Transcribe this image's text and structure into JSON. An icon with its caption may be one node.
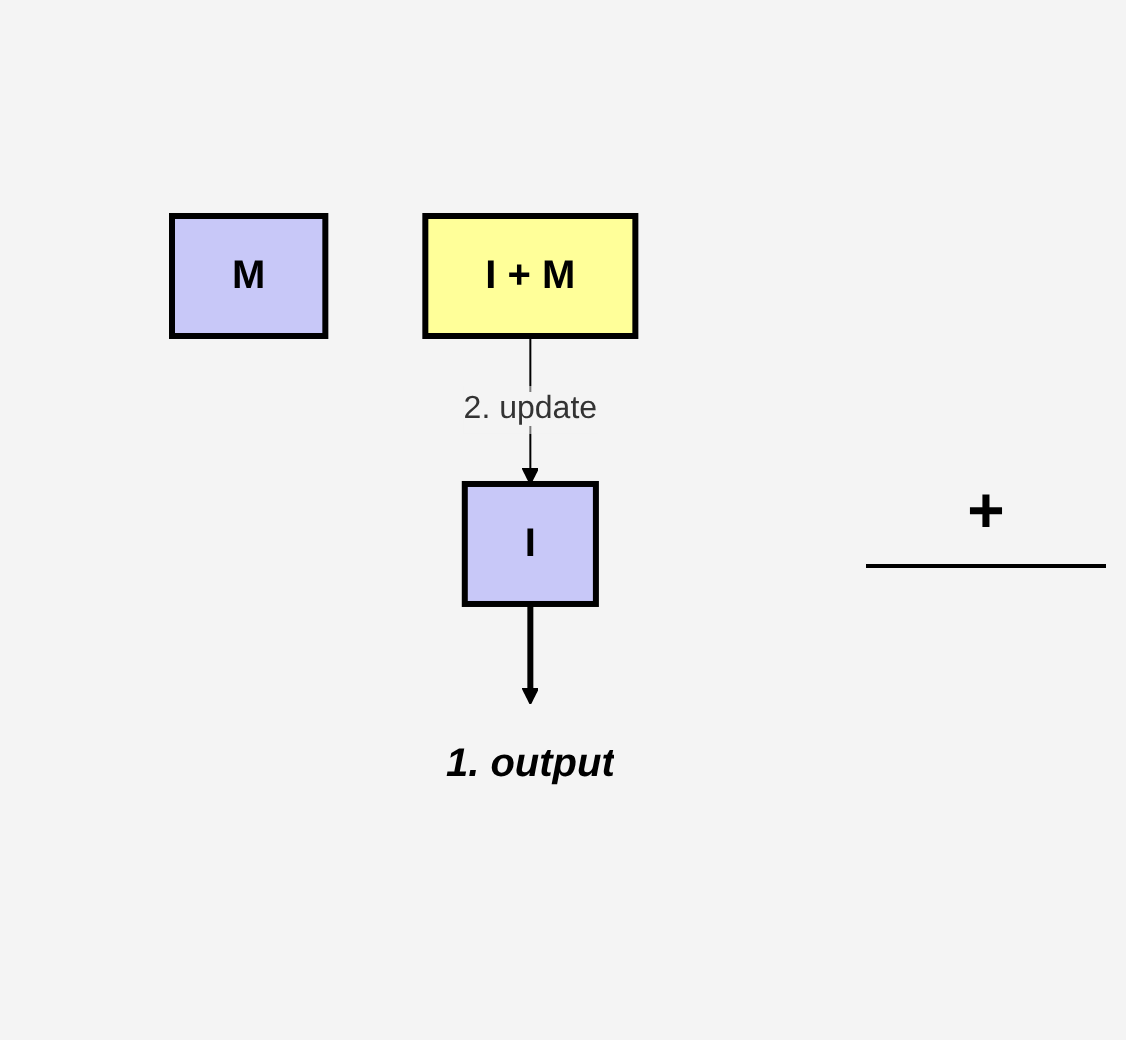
{
  "diagram": {
    "nodes": [
      {
        "text": [
          "1. output"
        ]
      },
      {
        "text": [
          "I"
        ]
      },
      {
        "text": [
          "M"
        ]
      },
      {
        "text": [
          "I + M"
        ]
      }
    ],
    "edges": [
      {
        "from": 1,
        "to": 0,
        "arrow": "to",
        "style": "thick"
      },
      {
        "from": 3,
        "to": 1,
        "arrow": "to",
        "label": "2. update"
      }
    ],
    "labels": [
      "+"
    ]
  }
}
